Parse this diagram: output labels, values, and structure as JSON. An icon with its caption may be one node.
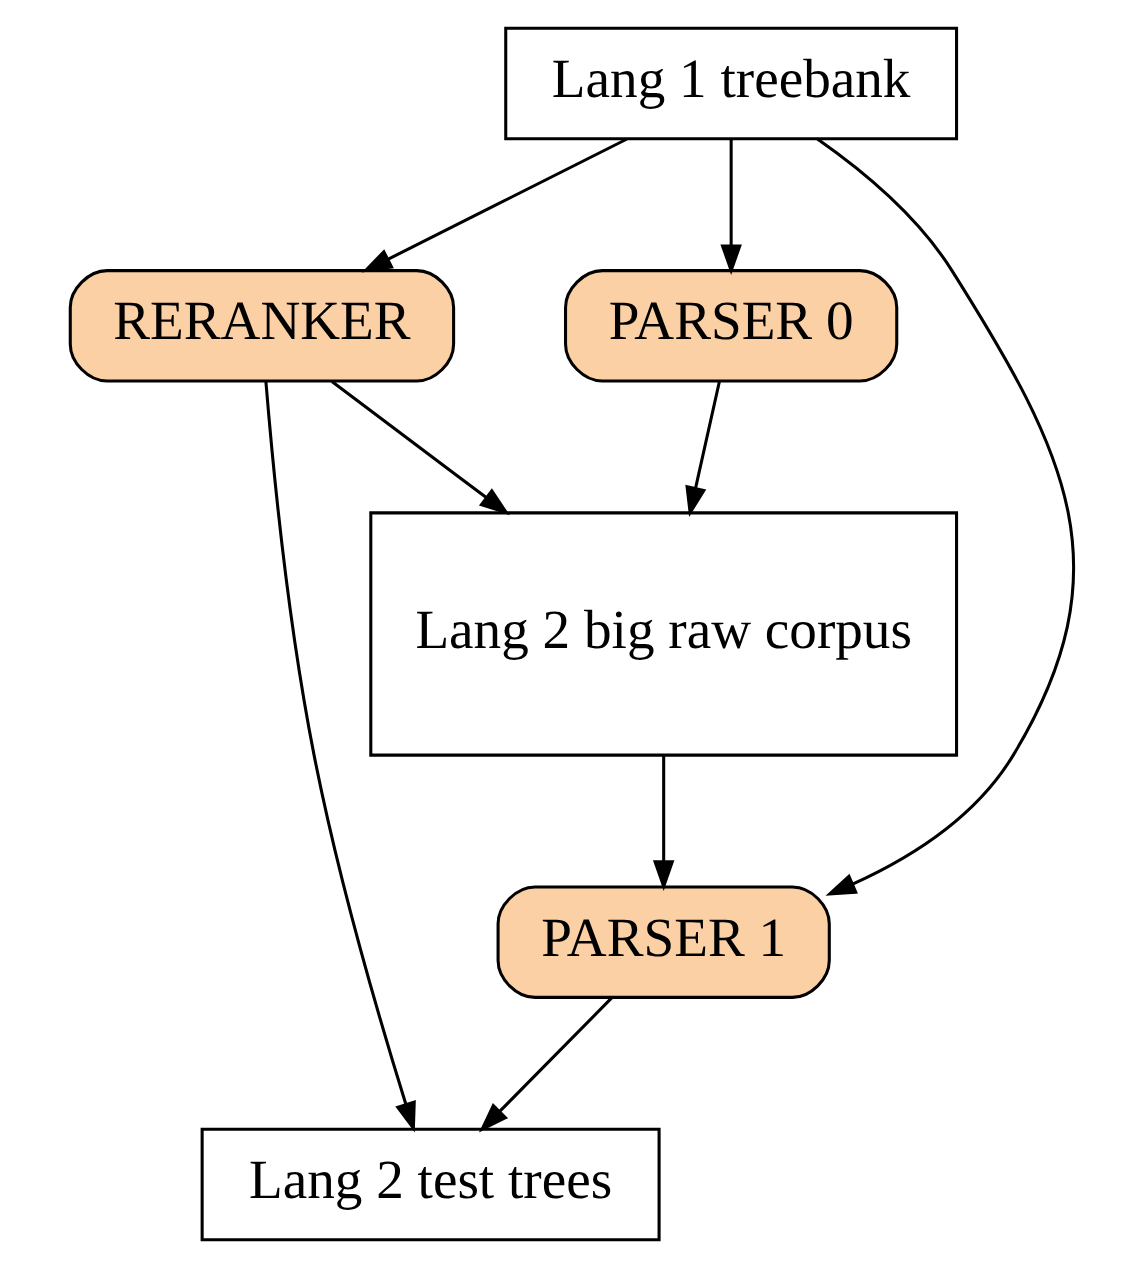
{
  "diagram": {
    "nodes": [
      {
        "text": [
          "Lang 1 treebank"
        ]
      },
      {
        "text": [
          "PARSER 0"
        ]
      },
      {
        "text": [
          "RERANKER"
        ]
      },
      {
        "text": [
          "Lang 2 big raw corpus"
        ]
      },
      {
        "text": [
          "PARSER 1"
        ]
      },
      {
        "text": [
          "Lang 2 test trees"
        ]
      }
    ],
    "edges": [
      {
        "from": 0,
        "to": 1,
        "arrow": "to"
      },
      {
        "from": 0,
        "to": 2,
        "arrow": "to"
      },
      {
        "from": 0,
        "to": 4,
        "arrow": "to"
      },
      {
        "from": 1,
        "to": 3,
        "arrow": "to"
      },
      {
        "from": 2,
        "to": 3,
        "arrow": "to"
      },
      {
        "from": 2,
        "to": 5,
        "arrow": "to"
      },
      {
        "from": 3,
        "to": 4,
        "arrow": "to"
      },
      {
        "from": 4,
        "to": 5,
        "arrow": "to"
      }
    ]
  }
}
